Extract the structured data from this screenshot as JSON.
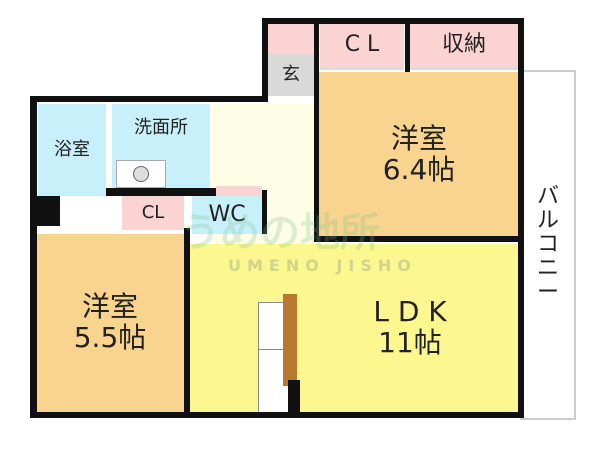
{
  "rooms": {
    "genkan": "玄",
    "cl_top": "C L",
    "storage": "収納",
    "western1": "洋室\n6.4帖",
    "bath": "浴室",
    "washroom": "洗面所",
    "cl_small": "CL",
    "wc": "WC",
    "western2": "洋室\n5.5帖",
    "ldk": "L D K\n11帖",
    "balcony": "バ\nル\nコ\nニ\nー"
  },
  "watermark": {
    "logo": "うめの地所",
    "text": "UMENO JISHO"
  },
  "colors": {
    "western": "#f9d48f",
    "ldk": "#fdf78f",
    "bath": "#c7f0fb",
    "closet": "#fbd3d3",
    "genkan": "#d9d9d9",
    "hall": "#fefde6"
  }
}
